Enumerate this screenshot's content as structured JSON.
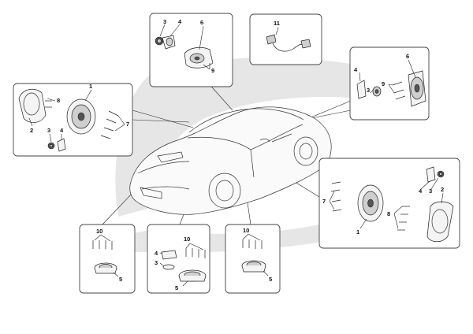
{
  "callouts": {
    "dash_center": {
      "c3": "3",
      "c4": "4",
      "c6": "6",
      "c9": "9"
    },
    "harness": {
      "c11": "11"
    },
    "rear_upper": {
      "c4": "4",
      "c3": "3",
      "c9": "9",
      "c6": "6"
    },
    "left_door": {
      "c1": "1",
      "c8": "8",
      "c7": "7",
      "c2": "2",
      "c3": "3",
      "c4": "4"
    },
    "right_door": {
      "c4": "4",
      "c3": "3",
      "c2": "2",
      "c7": "7",
      "c8": "8",
      "c1": "1"
    },
    "tweeter_a": {
      "c10": "10",
      "c5": "5"
    },
    "tweeter_b": {
      "c10": "10",
      "c4": "4",
      "c3": "3",
      "c5": "5"
    },
    "tweeter_c": {
      "c10": "10",
      "c5": "5"
    }
  },
  "colors": {
    "watermark": "#e6e6e6",
    "line": "#222222",
    "box_border": "#444444"
  }
}
